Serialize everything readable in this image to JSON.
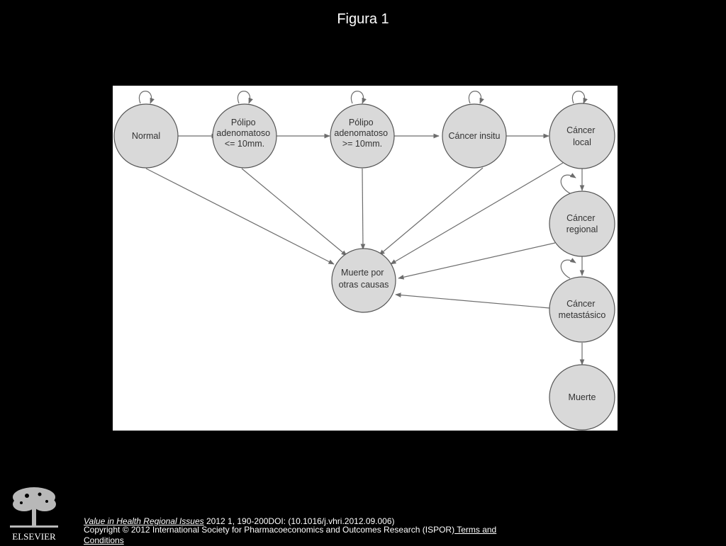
{
  "slide": {
    "title": "Figura 1"
  },
  "diagram": {
    "nodes": {
      "normal": [
        "Normal"
      ],
      "polipo_small": [
        "Pólipo",
        "adenomatoso",
        "<= 10mm."
      ],
      "polipo_large": [
        "Pólipo",
        "adenomatoso",
        ">= 10mm."
      ],
      "cancer_insitu": [
        "Cáncer insitu"
      ],
      "cancer_local": [
        "Cáncer",
        "local"
      ],
      "cancer_regional": [
        "Cáncer",
        "regional"
      ],
      "cancer_metastasico": [
        "Cáncer",
        "metastásico"
      ],
      "muerte": [
        "Muerte"
      ],
      "muerte_otras": [
        "Muerte por",
        "otras causas"
      ]
    },
    "node_fill": "#d9d9d9",
    "node_stroke": "#555555",
    "edge_color": "#6d6d6d"
  },
  "footer": {
    "publisher_logo": "ELSEVIER",
    "journal": "Value in Health Regional Issues",
    "citation_rest": " 2012 1, 190-200DOI: (10.1016/j.vhri.2012.09.006)",
    "copyright": "Copyright © 2012 International Society for Pharmacoeconomics and Outcomes Research (ISPOR)",
    "terms_link": " Terms and Conditions"
  }
}
